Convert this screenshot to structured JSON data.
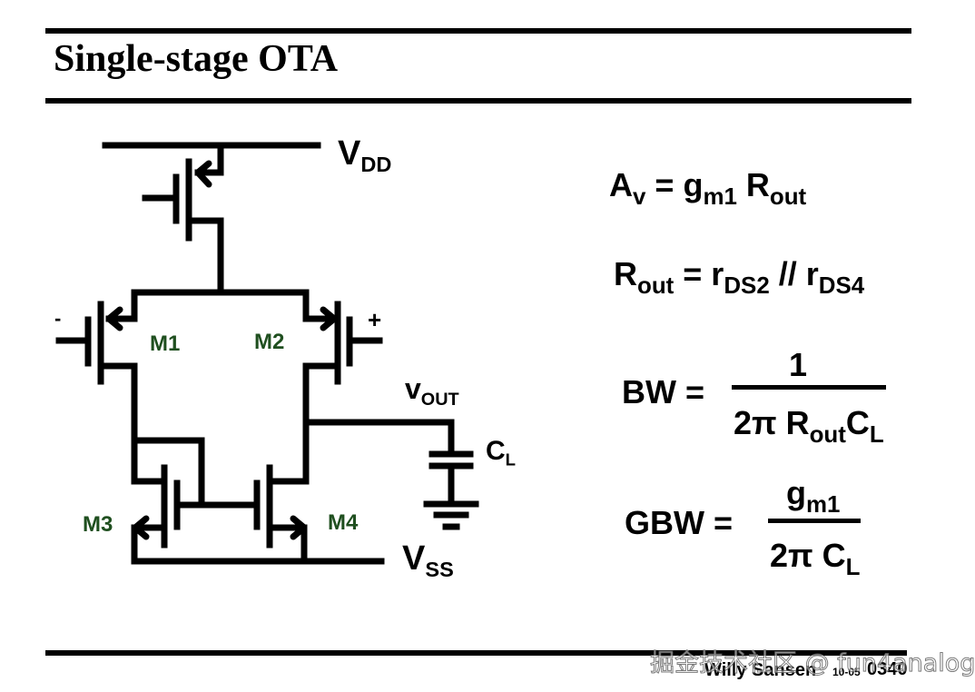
{
  "slide": {
    "title": "Single-stage OTA",
    "footer": {
      "author": "Willy Sansen",
      "code_small": "10-05",
      "code_large": "0340"
    },
    "watermark": "掘金技术社区 @ fun4analog"
  },
  "circuit": {
    "supply_top": {
      "main": "V",
      "sub": "DD"
    },
    "supply_bottom": {
      "main": "V",
      "sub": "SS"
    },
    "output": {
      "main": "v",
      "sub": "OUT"
    },
    "load_cap": {
      "main": "C",
      "sub": "L"
    },
    "input_minus": "-",
    "input_plus": "+",
    "devices": [
      "M1",
      "M2",
      "M3",
      "M4"
    ],
    "device_color": "#1f4f1f"
  },
  "equations": {
    "gain": {
      "lhs": "A",
      "lhs_sub": "v",
      "eq": " = g",
      "g_sub": "m1",
      "r": " R",
      "r_sub": "out"
    },
    "rout": {
      "lhs": "R",
      "lhs_sub": "out",
      "eq": " = r",
      "a_sub": "DS2",
      "par": " // r",
      "b_sub": "DS4"
    },
    "bw": {
      "lhs": "BW =",
      "numerator": "1",
      "den_pre": "2π R",
      "den_sub1": "out",
      "den_c": "C",
      "den_sub2": "L"
    },
    "gbw": {
      "lhs": "GBW =",
      "num": "g",
      "num_sub": "m1",
      "den_pre": "2π C",
      "den_sub": "L"
    }
  }
}
